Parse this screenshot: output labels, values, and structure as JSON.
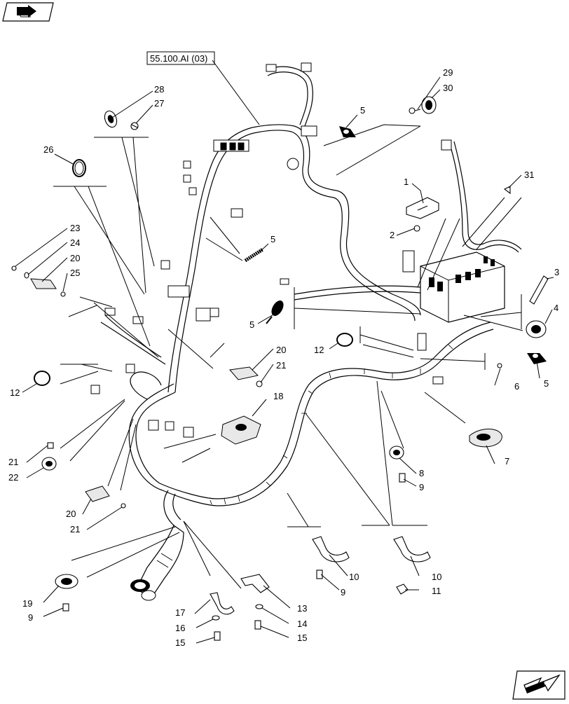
{
  "ref_box": {
    "label": "55.100.AI (03)"
  },
  "callouts": [
    {
      "id": "c1",
      "text": "1"
    },
    {
      "id": "c2",
      "text": "2"
    },
    {
      "id": "c3",
      "text": "3"
    },
    {
      "id": "c4",
      "text": "4"
    },
    {
      "id": "c5a",
      "text": "5"
    },
    {
      "id": "c5b",
      "text": "5"
    },
    {
      "id": "c5c",
      "text": "5"
    },
    {
      "id": "c5d",
      "text": "5"
    },
    {
      "id": "c6",
      "text": "6"
    },
    {
      "id": "c7",
      "text": "7"
    },
    {
      "id": "c8",
      "text": "8"
    },
    {
      "id": "c9a",
      "text": "9"
    },
    {
      "id": "c9b",
      "text": "9"
    },
    {
      "id": "c9c",
      "text": "9"
    },
    {
      "id": "c10a",
      "text": "10"
    },
    {
      "id": "c10b",
      "text": "10"
    },
    {
      "id": "c11",
      "text": "11"
    },
    {
      "id": "c12a",
      "text": "12"
    },
    {
      "id": "c12b",
      "text": "12"
    },
    {
      "id": "c13",
      "text": "13"
    },
    {
      "id": "c14",
      "text": "14"
    },
    {
      "id": "c15a",
      "text": "15"
    },
    {
      "id": "c15b",
      "text": "15"
    },
    {
      "id": "c16",
      "text": "16"
    },
    {
      "id": "c17",
      "text": "17"
    },
    {
      "id": "c18",
      "text": "18"
    },
    {
      "id": "c19",
      "text": "19"
    },
    {
      "id": "c20a",
      "text": "20"
    },
    {
      "id": "c20b",
      "text": "20"
    },
    {
      "id": "c20c",
      "text": "20"
    },
    {
      "id": "c21a",
      "text": "21"
    },
    {
      "id": "c21b",
      "text": "21"
    },
    {
      "id": "c21c",
      "text": "21"
    },
    {
      "id": "c22",
      "text": "22"
    },
    {
      "id": "c23",
      "text": "23"
    },
    {
      "id": "c24",
      "text": "24"
    },
    {
      "id": "c25",
      "text": "25"
    },
    {
      "id": "c26",
      "text": "26"
    },
    {
      "id": "c27",
      "text": "27"
    },
    {
      "id": "c28",
      "text": "28"
    },
    {
      "id": "c29",
      "text": "29"
    },
    {
      "id": "c30",
      "text": "30"
    },
    {
      "id": "c31",
      "text": "31"
    }
  ],
  "icons": {
    "top_left": "book-arrow-icon",
    "bottom_right": "next-page-arrow-icon"
  }
}
